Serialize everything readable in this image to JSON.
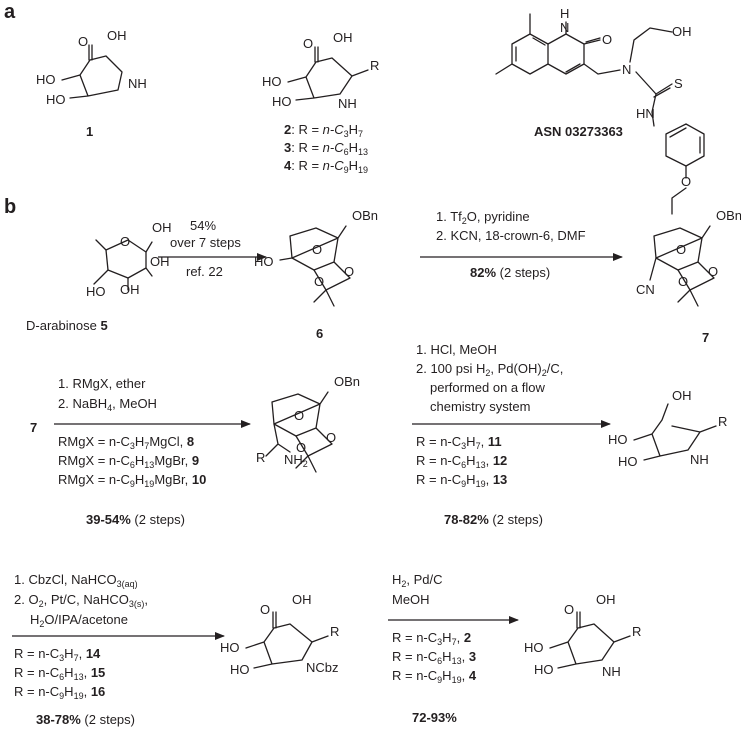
{
  "panels": {
    "a": "a",
    "b": "b"
  },
  "compounds": {
    "c1": "1",
    "list_2_prefix": "2",
    "list_2_body": ": R = ",
    "list_2_chain": "n-C",
    "list_2_sub1": "3",
    "list_2_mid": "H",
    "list_2_sub2": "7",
    "list_3_prefix": "3",
    "list_3_body": ": R = ",
    "list_3_chain": "n-C",
    "list_3_sub1": "6",
    "list_3_mid": "H",
    "list_3_sub2": "13",
    "list_4_prefix": "4",
    "list_4_body": ": R = ",
    "list_4_chain": "n-C",
    "list_4_sub1": "9",
    "list_4_mid": "H",
    "list_4_sub2": "19",
    "asn": "ASN 03273363",
    "c6": "6",
    "c7": "7",
    "arabinose_label": "D-arabinose",
    "arabinose_num": "5"
  },
  "atoms": {
    "OH": "OH",
    "HO": "HO",
    "NH": "NH",
    "O": "O",
    "N": "N",
    "S": "S",
    "R": "R",
    "OBn": "OBn",
    "HN": "HN",
    "H": "H",
    "NC": "N",
    "CN_C": "C",
    "NH2": "NH",
    "NH2_sub": "2",
    "NCbz": "NCbz"
  },
  "steps": {
    "s1_top1": "54%",
    "s1_top2": "over 7 steps",
    "s1_bottom": "ref. 22",
    "s2_l1": "1. Tf",
    "s2_l1_sub": "2",
    "s2_l1_rest": "O, pyridine",
    "s2_l2": "2. KCN, 18-crown-6, DMF",
    "s2_yield": "82%",
    "s2_yield_note": " (2 steps)",
    "s3_start": "7",
    "s3_l1": "1. RMgX, ether",
    "s3_l2": "2. NaBH",
    "s3_l2_sub": "4",
    "s3_l2_rest": ", MeOH",
    "s3_r1": "RMgX = n-C",
    "s3_r1a": "3",
    "s3_r1b": "H",
    "s3_r1c": "7",
    "s3_r1d": "MgCl, ",
    "s3_r1n": "8",
    "s3_r2": "RMgX = n-C",
    "s3_r2a": "6",
    "s3_r2b": "H",
    "s3_r2c": "13",
    "s3_r2d": "MgBr, ",
    "s3_r2n": "9",
    "s3_r3": "RMgX = n-C",
    "s3_r3a": "9",
    "s3_r3b": "H",
    "s3_r3c": "19",
    "s3_r3d": "MgBr, ",
    "s3_r3n": "10",
    "s3_yield": "39-54%",
    "s3_yield_note": " (2 steps)",
    "s4_l1": "1. HCl, MeOH",
    "s4_l2": "2. 100 psi H",
    "s4_l2_sub": "2",
    "s4_l2_rest": ", Pd(OH)",
    "s4_l2_sub2": "2",
    "s4_l2_end": "/C,",
    "s4_l3": "performed on a flow",
    "s4_l4": "chemistry system",
    "s4_r1": "R = n-C",
    "s4_r1a": "3",
    "s4_r1b": "H",
    "s4_r1c": "7",
    "s4_r1n": "11",
    "s4_r2": "R = n-C",
    "s4_r2a": "6",
    "s4_r2b": "H",
    "s4_r2c": "13",
    "s4_r2n": "12",
    "s4_r3": "R = n-C",
    "s4_r3a": "9",
    "s4_r3b": "H",
    "s4_r3c": "19",
    "s4_r3n": "13",
    "s4_yield": "78-82%",
    "s4_yield_note": " (2 steps)",
    "s5_l1": "1. CbzCl, NaHCO",
    "s5_l1_sub": "3(aq)",
    "s5_l2": "2. O",
    "s5_l2_sub": "2",
    "s5_l2_rest": ", Pt/C, NaHCO",
    "s5_l2_sub2": "3(s)",
    "s5_l2_end": ",",
    "s5_l3": "H",
    "s5_l3_sub": "2",
    "s5_l3_rest": "O/IPA/acetone",
    "s5_r1": "R = n-C",
    "s5_r1a": "3",
    "s5_r1b": "H",
    "s5_r1c": "7",
    "s5_r1n": "14",
    "s5_r2": "R = n-C",
    "s5_r2a": "6",
    "s5_r2b": "H",
    "s5_r2c": "13",
    "s5_r2n": "15",
    "s5_r3": "R = n-C",
    "s5_r3a": "9",
    "s5_r3b": "H",
    "s5_r3c": "19",
    "s5_r3n": "16",
    "s5_yield": "38-78%",
    "s5_yield_note": " (2 steps)",
    "s6_l1": "H",
    "s6_l1_sub": "2",
    "s6_l1_rest": ", Pd/C",
    "s6_l2": "MeOH",
    "s6_r1": "R = n-C",
    "s6_r1a": "3",
    "s6_r1b": "H",
    "s6_r1c": "7",
    "s6_r1n": "2",
    "s6_r2": "R = n-C",
    "s6_r2a": "6",
    "s6_r2b": "H",
    "s6_r2c": "13",
    "s6_r2n": "3",
    "s6_r3": "R = n-C",
    "s6_r3a": "9",
    "s6_r3b": "H",
    "s6_r3c": "19",
    "s6_r3n": "4",
    "s6_yield": "72-93%"
  }
}
